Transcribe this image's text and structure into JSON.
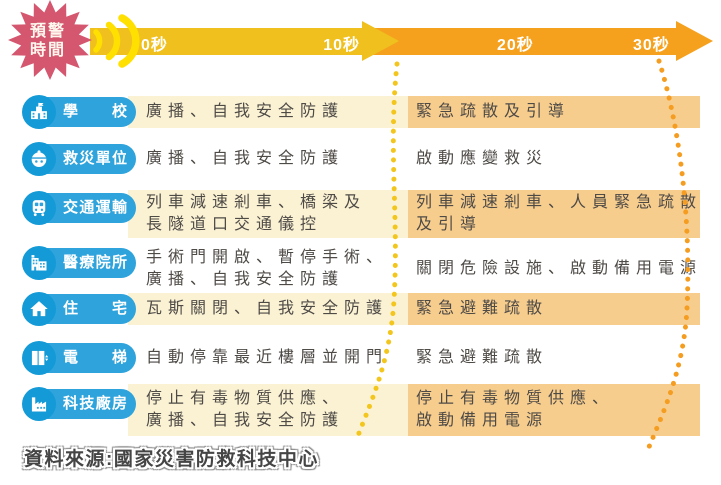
{
  "badge": {
    "line1": "預警",
    "line2": "時間"
  },
  "timeline": {
    "tick0": "0秒",
    "tick10": "10秒",
    "tick20": "20秒",
    "tick30": "30秒"
  },
  "rows": [
    {
      "category": "學校",
      "icon": "school-icon",
      "action_0_10": "廣播、自我安全防護",
      "action_10_30": "緊急疏散及引導"
    },
    {
      "category": "救災單位",
      "icon": "rescue-icon",
      "action_0_10": "廣播、自我安全防護",
      "action_10_30": "啟動應變救災"
    },
    {
      "category": "交通運輸",
      "icon": "train-icon",
      "action_0_10": "列車減速剎車、橋梁及\n長隧道口交通儀控",
      "action_10_30": "列車減速剎車、人員緊急疏散\n及引導"
    },
    {
      "category": "醫療院所",
      "icon": "hospital-icon",
      "action_0_10": "手術門開啟、暫停手術、\n廣播、自我安全防護",
      "action_10_30": "關閉危險設施、啟動備用電源"
    },
    {
      "category": "住宅",
      "icon": "house-icon",
      "action_0_10": "瓦斯關閉、自我安全防護",
      "action_10_30": "緊急避難疏散"
    },
    {
      "category": "電梯",
      "icon": "elevator-icon",
      "action_0_10": "自動停靠最近樓層並開門",
      "action_10_30": "緊急避難疏散"
    },
    {
      "category": "科技廠房",
      "icon": "factory-icon",
      "action_0_10": "停止有毒物質供應、\n廣播、自我安全防護",
      "action_10_30": "停止有毒物質供應、\n啟動備用電源"
    }
  ],
  "source": "資料來源:國家災害防救科技中心",
  "colors": {
    "bar_yellow": "#EFC01E",
    "bar_orange": "#F5A11D",
    "wave_yellow": "#FFE000",
    "badge_pink": "#D4566F",
    "pill_blue": "#2EA3DC",
    "pill_circle_blue": "#149AD6",
    "strip_cream": "#FBF2D4",
    "strip_peach": "#F7CD8E",
    "body_text": "#4E4A46"
  }
}
